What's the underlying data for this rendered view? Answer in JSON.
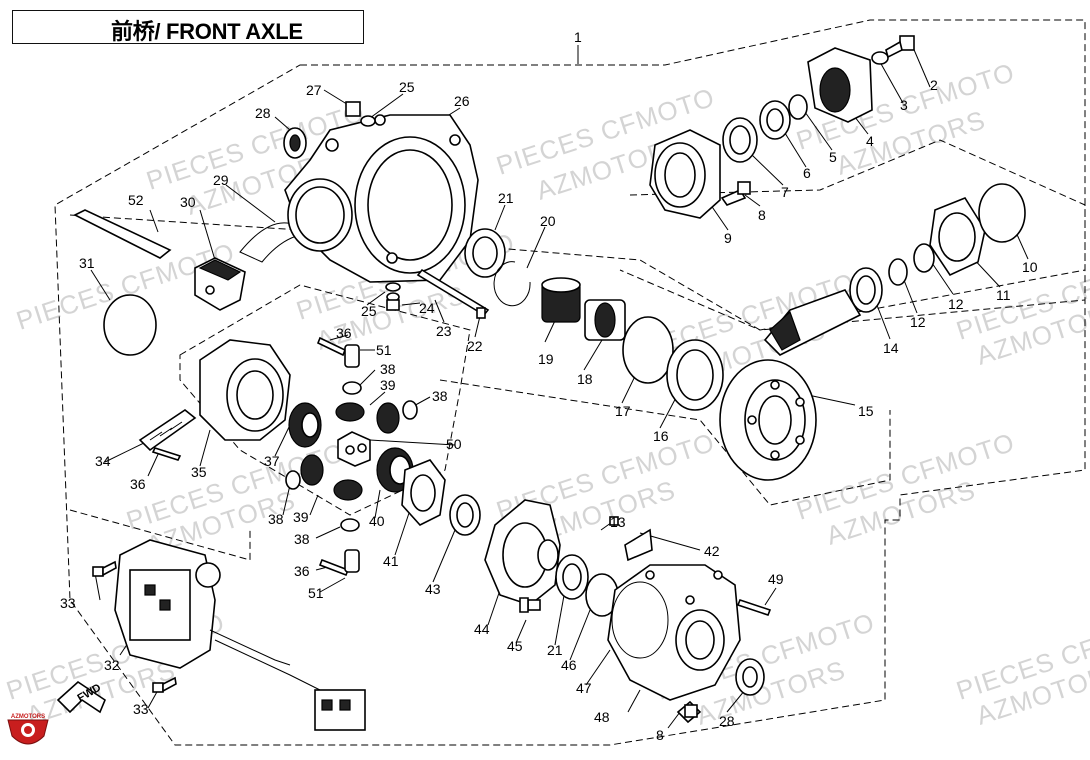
{
  "title": "前桥/ FRONT AXLE",
  "watermark_lines": [
    "PIECES CFMOTO",
    "AZMOTORS"
  ],
  "fwd_label": "FWD",
  "logo_text": "AZMOTORS",
  "callouts": [
    "1",
    "2",
    "3",
    "4",
    "5",
    "6",
    "7",
    "8",
    "9",
    "10",
    "11",
    "12",
    "12",
    "13",
    "14",
    "15",
    "16",
    "17",
    "18",
    "19",
    "20",
    "21",
    "21",
    "22",
    "23",
    "24",
    "25",
    "25",
    "26",
    "27",
    "28",
    "28",
    "29",
    "30",
    "31",
    "32",
    "33",
    "33",
    "34",
    "35",
    "36",
    "36",
    "36",
    "37",
    "38",
    "38",
    "38",
    "38",
    "39",
    "39",
    "40",
    "41",
    "42",
    "43",
    "44",
    "45",
    "46",
    "47",
    "48",
    "49",
    "50",
    "51",
    "51",
    "52",
    "8"
  ],
  "colors": {
    "line": "#000000",
    "watermark": "#d4d4d4",
    "logo_red": "#c81e1e"
  }
}
